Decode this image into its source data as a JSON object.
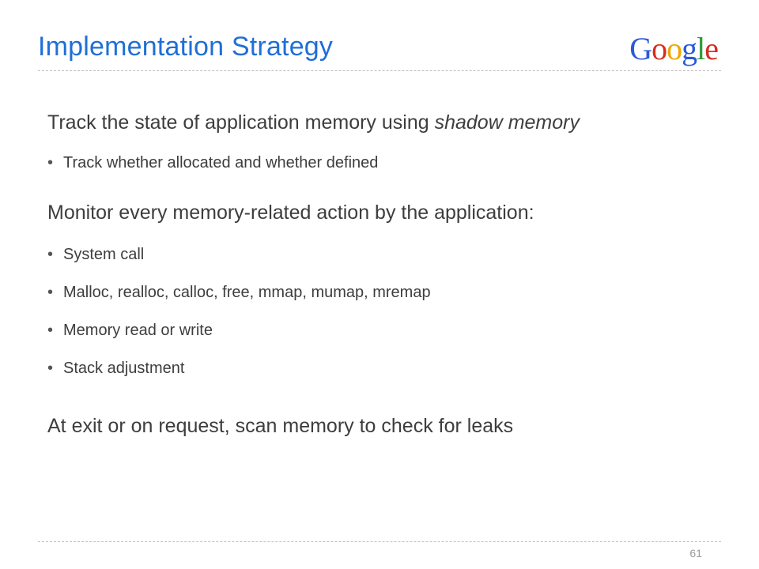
{
  "slide": {
    "title": "Implementation Strategy",
    "logo": {
      "letters": [
        "G",
        "o",
        "o",
        "g",
        "l",
        "e"
      ],
      "colors": [
        "#2a5ad8",
        "#d62d20",
        "#f0a500",
        "#2a5ad8",
        "#2e9b3a",
        "#d62d20"
      ]
    },
    "paragraphs": [
      {
        "text_before": "Track the state of application memory using ",
        "emphasis": "shadow memory",
        "bullets": [
          "Track whether allocated and whether defined"
        ]
      },
      {
        "text": "Monitor every memory-related action by the application:",
        "bullets": [
          "System call",
          "Malloc, realloc, calloc, free, mmap, mumap, mremap",
          "Memory read or write",
          "Stack adjustment"
        ]
      },
      {
        "text": "At exit or on request, scan memory to check for leaks"
      }
    ],
    "page_number": "61",
    "accent_color": "#1f6fd6"
  }
}
